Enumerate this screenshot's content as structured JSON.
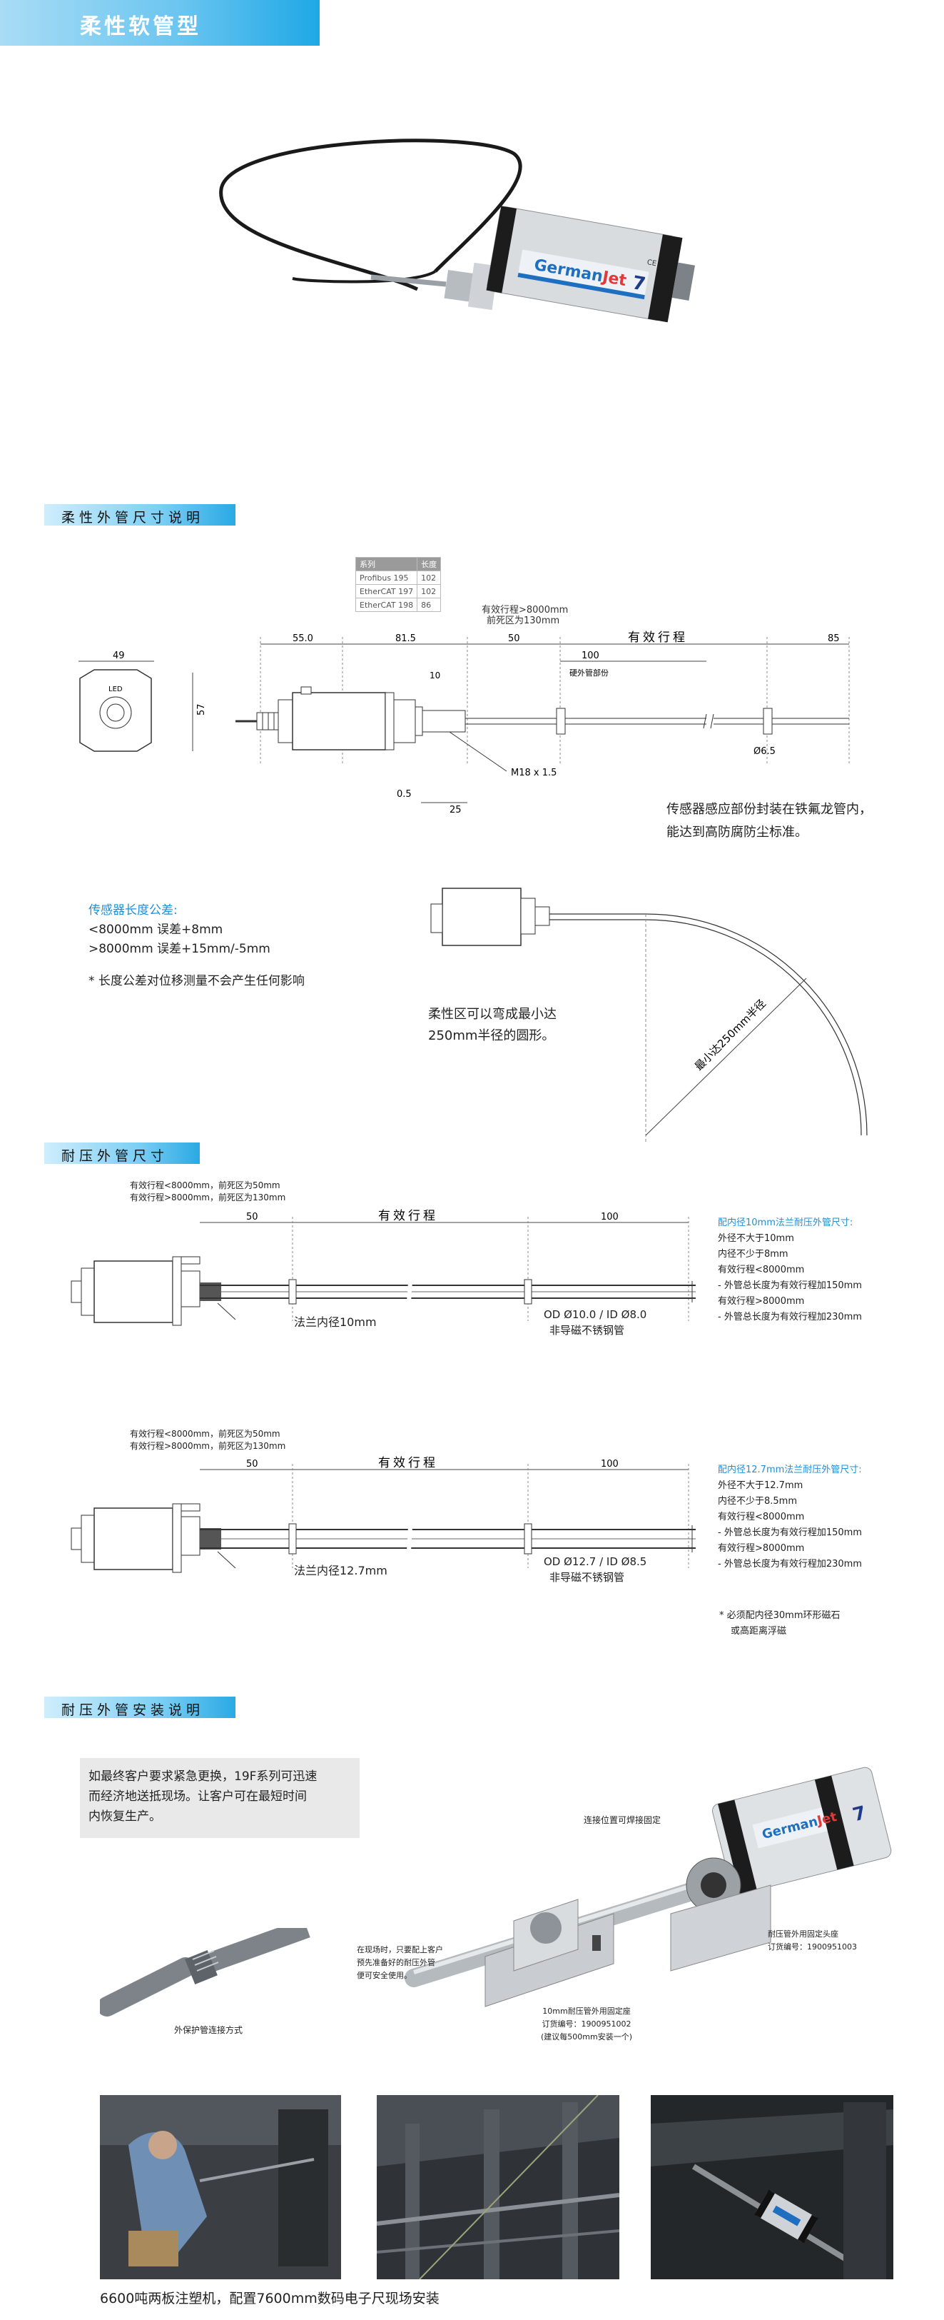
{
  "header": {
    "title": "柔性软管型"
  },
  "brand": {
    "logo_text": "German",
    "logo_text2": "Jet",
    "logo_num": "7",
    "ce": "CE"
  },
  "sections": {
    "dims": "柔性外管尺寸说明",
    "pressure": "耐压外管尺寸",
    "install": "耐压外管安装说明"
  },
  "series_table": {
    "headers": [
      "系列",
      "长度"
    ],
    "rows": [
      [
        "Profibus 195",
        "102"
      ],
      [
        "EtherCAT 197",
        "102"
      ],
      [
        "EtherCAT 198",
        "86"
      ]
    ]
  },
  "dim_drawing": {
    "note1": "有效行程>8000mm",
    "note2": "前死区为130mm",
    "d49": "49",
    "d57": "57",
    "led": "LED",
    "d55": "55.0",
    "d815": "81.5",
    "d50": "50",
    "stroke": "有效行程",
    "d85": "85",
    "d100": "100",
    "d10": "10",
    "hard_tube": "硬外管部份",
    "d05": "0.5",
    "d25": "25",
    "m18": "M18 x 1.5",
    "d65": "Ø6.5",
    "desc1": "传感器感应部份封装在铁氟龙管内，",
    "desc2": "能达到高防腐防尘标准。"
  },
  "tolerance": {
    "title": "传感器长度公差:",
    "l1": "<8000mm  误差+8mm",
    "l2": ">8000mm  误差+15mm/-5mm",
    "l3": "*  长度公差对位移测量不会产生任何影响"
  },
  "bend": {
    "t1": "柔性区可以弯成最小达",
    "t2": "250mm半径的圆形。",
    "radius": "最小达250mm半径"
  },
  "p1": {
    "n1": "有效行程<8000mm，前死区为50mm",
    "n2": "有效行程>8000mm，前死区为130mm",
    "d50": "50",
    "stroke": "有效行程",
    "d100": "100",
    "flange": "法兰内径10mm",
    "od": "OD Ø10.0 / ID Ø8.0",
    "steel": "非导磁不锈钢管",
    "spec_title": "配内径10mm法兰耐压外管尺寸:",
    "specs": [
      "外径不大于10mm",
      "内径不少于8mm",
      "有效行程<8000mm",
      "-  外管总长度为有效行程加150mm",
      "有效行程>8000mm",
      "-  外管总长度为有效行程加230mm"
    ]
  },
  "p2": {
    "n1": "有效行程<8000mm，前死区为50mm",
    "n2": "有效行程>8000mm，前死区为130mm",
    "d50": "50",
    "stroke": "有效行程",
    "d100": "100",
    "flange": "法兰内径12.7mm",
    "od": "OD Ø12.7 / ID Ø8.5",
    "steel": "非导磁不锈钢管",
    "spec_title": "配内径12.7mm法兰耐压外管尺寸:",
    "specs": [
      "外径不大于12.7mm",
      "内径不少于8.5mm",
      "有效行程<8000mm",
      "-  外管总长度为有效行程加150mm",
      "有效行程>8000mm",
      "-  外管总长度为有效行程加230mm"
    ],
    "magnet1": "*  必须配内径30mm环形磁石",
    "magnet2": "或高距离浮磁"
  },
  "install": {
    "box1": "如最终客户要求紧急更换，19F系列可迅速",
    "box2": "而经济地送抵现场。让客户可在最短时间",
    "box3": "内恢复生产。",
    "weld": "连接位置可焊接固定",
    "onsite1": "在现场时，只要配上客户",
    "onsite2": "预先准备好的耐压外管",
    "onsite3": "便可安全使用。",
    "base10_1": "10mm耐压管外用固定座",
    "base10_2": "订货编号：1900951002",
    "base10_3": "(建议每500mm安装一个)",
    "head1": "耐压管外用固定头座",
    "head2": "订货编号：1900951003",
    "connect": "外保护管连接方式"
  },
  "footer": {
    "caption": "6600吨两板注塑机，配置7600mm数码电子尺现场安装"
  }
}
